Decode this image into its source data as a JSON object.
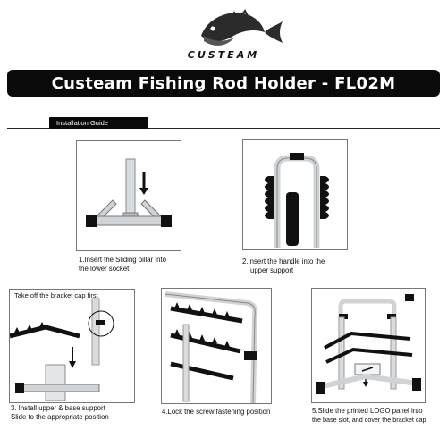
{
  "brand": {
    "logo_text": "CUSTEAM",
    "logo_icon": "fish-logo-icon"
  },
  "title": "Custeam Fishing Rod Holder - FL02M",
  "guide": {
    "tab_label": "Installation Guide"
  },
  "steps": [
    {
      "line1": "1.Insert the Sliding pillar into",
      "line2": "the lower socket"
    },
    {
      "line1": "2.Insert the handle into the",
      "line2": "upper support"
    },
    {
      "note": "Take off the bracket cap first",
      "line1": "3. Install upper & base support",
      "line2": "Slide to the appropriate position"
    },
    {
      "line1": "4.Lock the screw fastening position"
    },
    {
      "line1": "5.Slide the printed LOGO panel into",
      "line2": "the base slot, and cover the bracket cap"
    }
  ],
  "colors": {
    "bar": "#0a0a0a",
    "frame": "#777777",
    "metal": "#cfd3d6",
    "foam": "#111111"
  }
}
